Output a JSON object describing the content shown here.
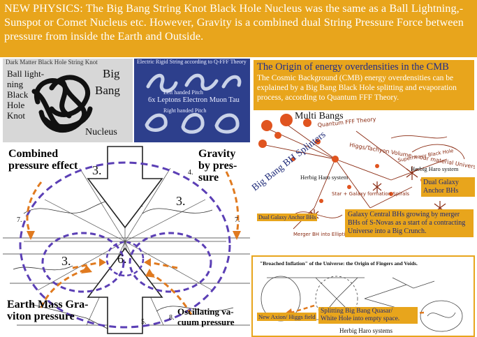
{
  "banner": {
    "text": "NEW PHYSICS: The Big Bang String Knot Black Hole Nucleus was the same as a Ball Lightning,-Sunspot or Comet Nucleus etc. However,  Gravity is a combined dual String Pressure Force between  pressure from inside the Earth and Outside."
  },
  "knot_panel": {
    "top_strip": "Dark Matter Black Hole String Knot",
    "ball_lightning": [
      "Ball light-",
      "ning",
      "Black",
      "Hole",
      "Knot"
    ],
    "big": "Big",
    "bang": "Bang",
    "nucleus": "Nucleus"
  },
  "lepton_panel": {
    "top_strip": "Electric Rigid String according to Q-FFF Theory",
    "left_pitch": "Left handed Pitch",
    "leptons": "6x Leptons Electron Muon Tau",
    "right_pitch": "Right handed Pitch"
  },
  "left_diagram": {
    "combined": [
      "Combined",
      "pressure effect"
    ],
    "gravity": [
      "Gravity",
      "by pres-",
      "sure"
    ],
    "earth": [
      "Earth  Mass Gra-",
      "viton pressure"
    ],
    "oscillating": [
      "Oscillating va-",
      "cuum pressure"
    ],
    "numbers": {
      "n3a": "3.",
      "n3b": "3.",
      "n3c": "3.",
      "n6": "6.",
      "n7a": "7.",
      "n7b": "7.",
      "n5": "5.",
      "n8": "8.",
      "n4": "4."
    }
  },
  "cmb_box": {
    "title": "The Origin of energy overdensities in the CMB",
    "body": "The Cosmic Background (CMB) energy overdensities can be explained by a Big Bang Black Hole splitting and evaporation process, according to Quantum FFF Theory."
  },
  "right_diagram": {
    "multi_bangs": "Multi Bangs",
    "splinters": "Big Bang BH Splinters",
    "herbig_top": "Herbig Haro system",
    "herbig_mid": "Herbig Haro system",
    "dual_galaxy_right": [
      "Dual Galaxy",
      "Anchor BHs"
    ],
    "dual_galaxy_left": "Dual Galaxy Anchor BHs",
    "galaxy_central": "Galaxy Central BHs growing by merger BHs of S-Novas as a start of a contracting Universe into a Big Crunch."
  },
  "bottom_right": {
    "title": "\"Broached Inflation\" of the Universe: the Origin of Fingers and Voids.",
    "higgs": "New Axion/ Higgs field",
    "splitting": [
      "Splitting Big Bang Quasar/",
      "White Hole into empty space."
    ],
    "herbig": "Herbig Haro systems"
  },
  "colors": {
    "orange": "#e8a51c",
    "navy": "#1f2c8a",
    "purple_dash": "#5b3fb5",
    "arrow_orange": "#e07a1f"
  }
}
